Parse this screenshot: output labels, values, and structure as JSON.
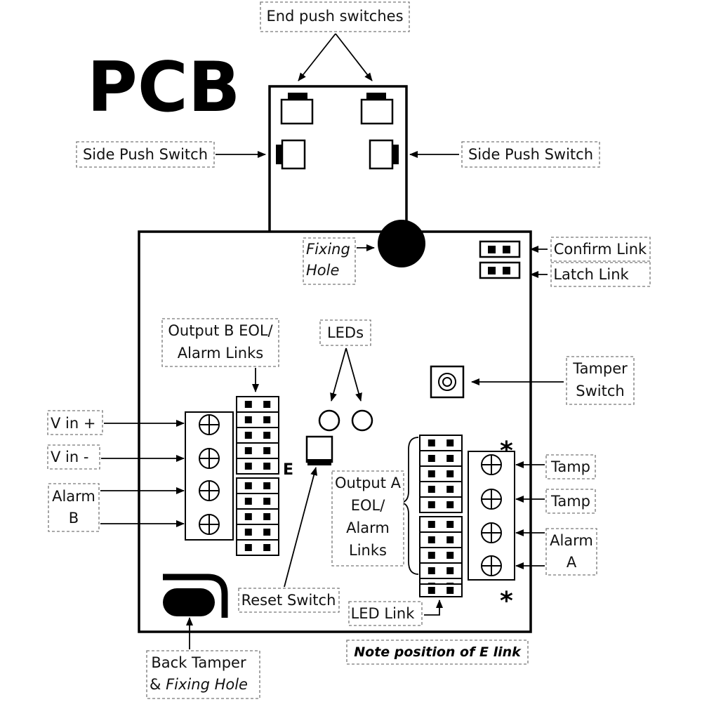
{
  "title": "PCB",
  "labels": {
    "end_push": "End push switches",
    "side_push_left": "Side Push Switch",
    "side_push_right": "Side Push Switch",
    "fixing_hole_1": "Fixing",
    "fixing_hole_2": "Hole",
    "confirm_link": "Confirm Link",
    "latch_link": "Latch Link",
    "output_b_1": "Output B EOL/",
    "output_b_2": "Alarm Links",
    "leds": "LEDs",
    "tamper_switch_1": "Tamper",
    "tamper_switch_2": "Switch",
    "vin_plus": "V in +",
    "vin_minus": "V in -",
    "alarm_b_1": "Alarm",
    "alarm_b_2": "B",
    "tamp_1": "Tamp",
    "tamp_2": "Tamp",
    "alarm_a_1": "Alarm",
    "alarm_a_2": "A",
    "output_a_1": "Output A",
    "output_a_2": "EOL/",
    "output_a_3": "Alarm",
    "output_a_4": "Links",
    "reset_switch": "Reset Switch",
    "led_link": "LED Link",
    "back_tamper_1": "Back Tamper",
    "back_tamper_2a": "& ",
    "back_tamper_2b": "Fixing Hole",
    "note": "Note position of E link",
    "e_mark": "E",
    "star": "*"
  }
}
